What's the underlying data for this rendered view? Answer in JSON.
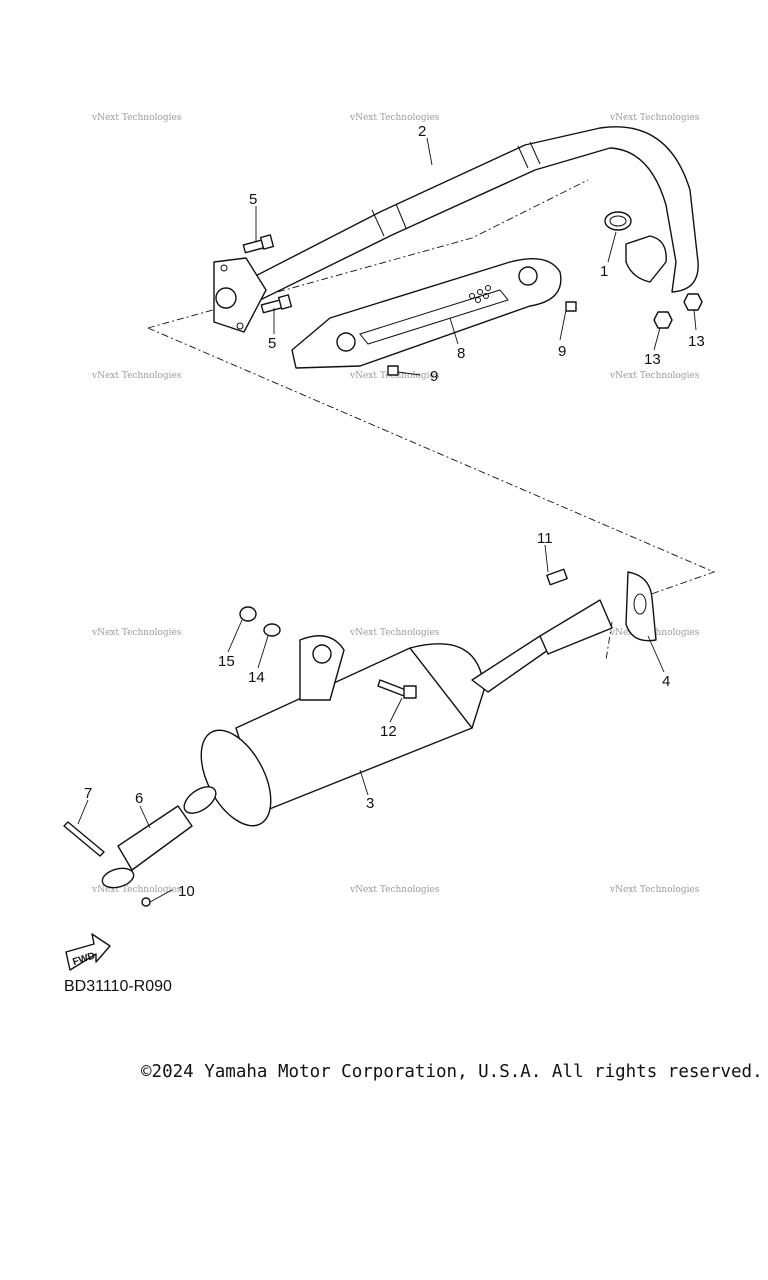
{
  "diagram": {
    "callouts": [
      "1",
      "2",
      "3",
      "4",
      "5",
      "5",
      "6",
      "7",
      "8",
      "9",
      "9",
      "10",
      "11",
      "12",
      "13",
      "13",
      "14",
      "15"
    ],
    "watermark": "vNext Technologies",
    "fwd_label": "FWD",
    "figure_code": "BD31110-R090"
  },
  "footer": {
    "copyright": "©2024 Yamaha Motor Corporation, U.S.A. All rights reserved."
  }
}
